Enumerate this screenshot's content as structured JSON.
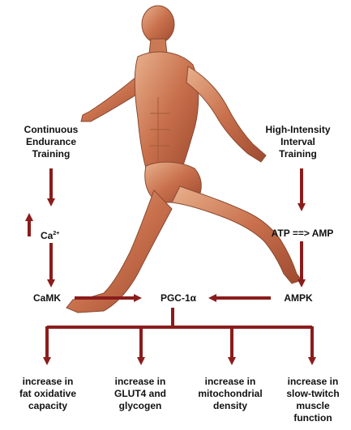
{
  "diagram": {
    "title": "",
    "accent_color": "#8b1c1c",
    "left_input": {
      "lines": [
        "Continuous",
        "Endurance",
        "Training"
      ]
    },
    "right_input": {
      "lines": [
        "High-Intensity",
        "Interval",
        "Training"
      ]
    },
    "calcium": {
      "base": "Ca",
      "superscript": "2+"
    },
    "atp_amp": "ATP ==> AMP",
    "camk": "CaMK",
    "pgc": "PGC-1α",
    "ampk": "AMPK",
    "outcomes": [
      {
        "lines": [
          "increase in",
          "fat oxidative",
          "capacity"
        ]
      },
      {
        "lines": [
          "increase in",
          "GLUT4 and",
          "glycogen"
        ]
      },
      {
        "lines": [
          "increase in",
          "mitochondrial",
          "density"
        ]
      },
      {
        "lines": [
          "increase in",
          "slow-twitch",
          "muscle",
          "function"
        ]
      }
    ],
    "illustration": "anatomical-runner-muscle-figure"
  }
}
